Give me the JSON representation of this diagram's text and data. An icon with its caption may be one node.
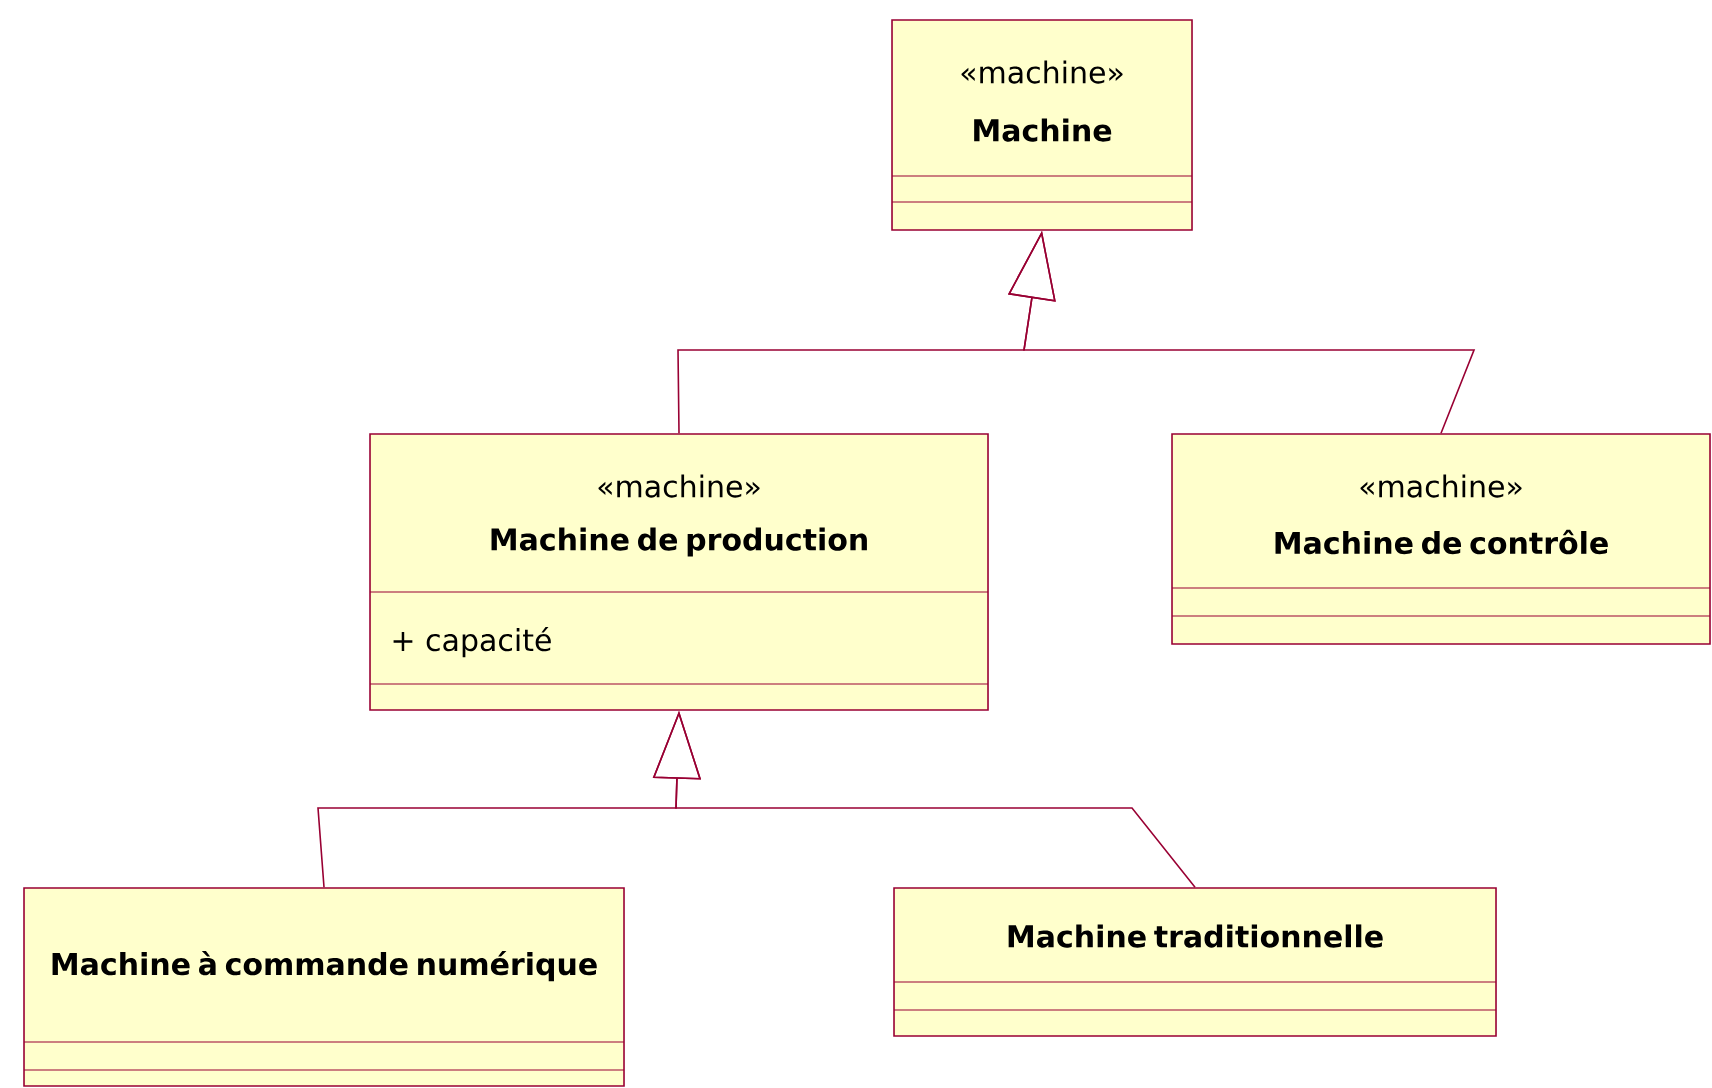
{
  "diagram": {
    "nodes": [
      {
        "text": [
          "«machine»",
          "Machine"
        ]
      },
      {
        "text": [
          "«machine»",
          "Machine de production",
          "+ capacité"
        ]
      },
      {
        "text": [
          "«machine»",
          "Machine de contrôle"
        ]
      },
      {
        "text": [
          "Machine à commande numérique"
        ]
      },
      {
        "text": [
          "Machine traditionnelle"
        ]
      }
    ],
    "edges": [
      {
        "from": 1,
        "to": 0,
        "arrow": "to"
      },
      {
        "from": 2,
        "to": 0,
        "arrow": "to"
      },
      {
        "from": 3,
        "to": 1,
        "arrow": "to"
      },
      {
        "from": 4,
        "to": 1,
        "arrow": "to"
      }
    ]
  }
}
